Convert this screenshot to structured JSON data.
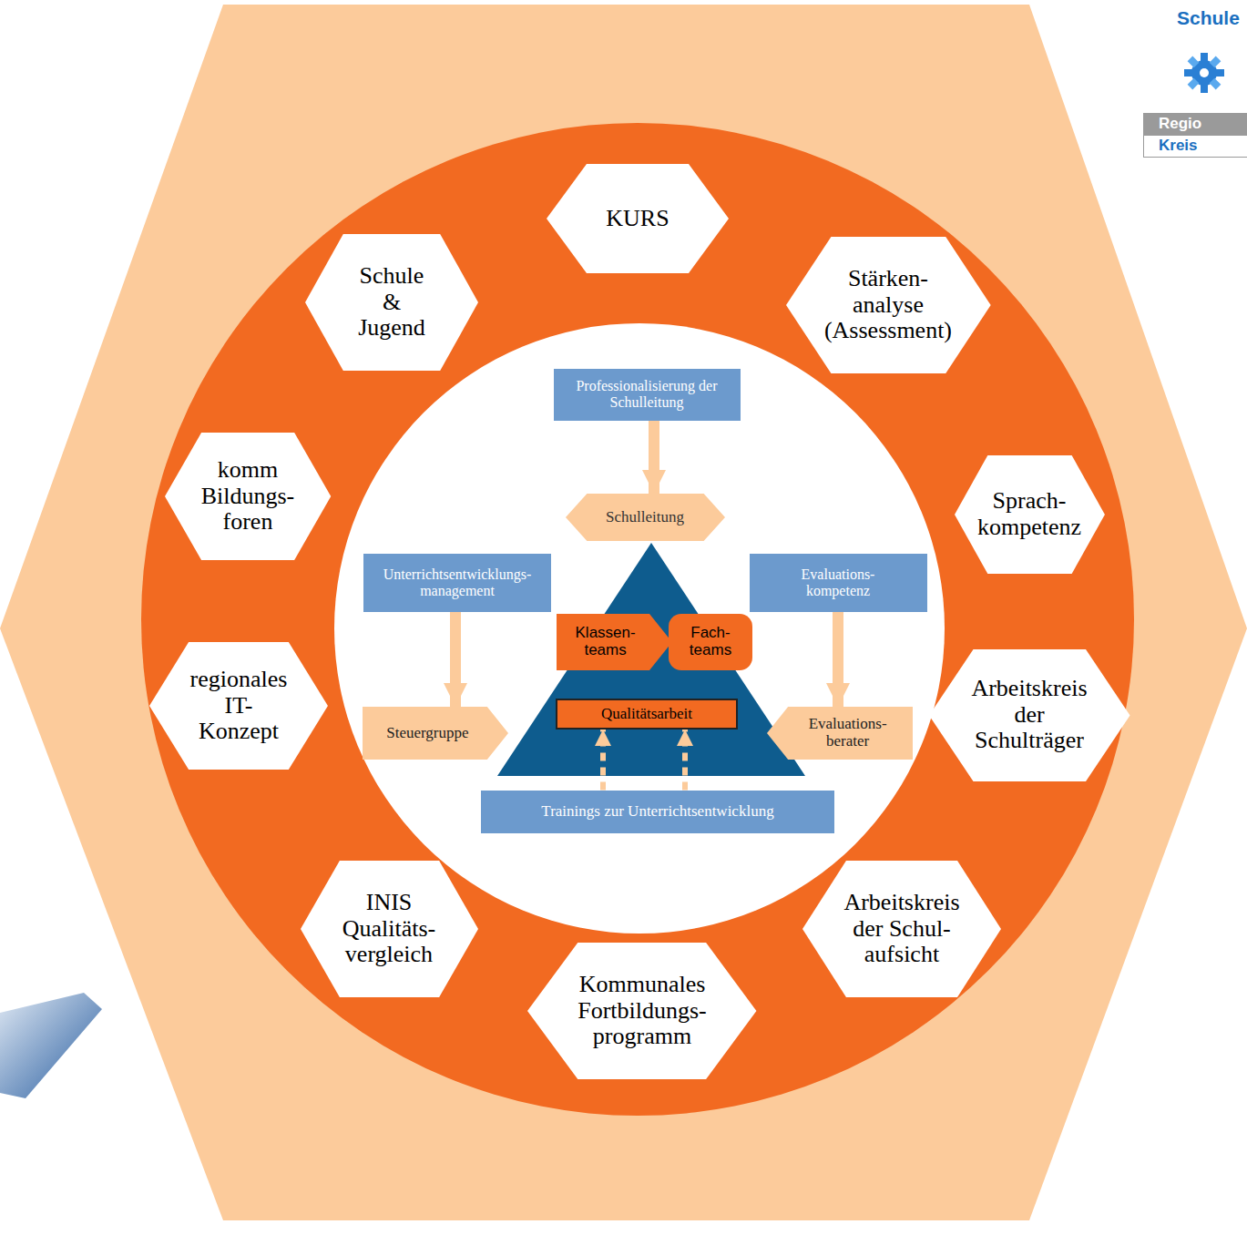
{
  "diagram": {
    "nodes": [
      {
        "text": [
          "KURS"
        ]
      },
      {
        "text": [
          "Schule & Jugend"
        ]
      },
      {
        "text": [
          "Stärken- analyse (Assessment)"
        ]
      },
      {
        "text": [
          "Professionalisierung der Schulleitung"
        ]
      },
      {
        "text": [
          "komm Bildungs- foren"
        ]
      },
      {
        "text": [
          "Schulleitung"
        ]
      },
      {
        "text": [
          "Sprach- kompetenz"
        ]
      },
      {
        "text": [
          "Unterrichtsentwicklungs- management"
        ]
      },
      {
        "text": [
          "Evaluations- kompetenz"
        ]
      },
      {
        "text": [
          "Klassen- teams"
        ]
      },
      {
        "text": [
          "Fach- teams"
        ]
      },
      {
        "text": [
          "regionales IT- Konzept"
        ]
      },
      {
        "text": [
          "Steuergruppe"
        ]
      },
      {
        "text": [
          "Qualitätsarbeit"
        ]
      },
      {
        "text": [
          "Evaluations- berater"
        ]
      },
      {
        "text": [
          "Arbeitskreis der Schulträger"
        ]
      },
      {
        "text": [
          "Trainings zur Unterrichtsentwicklung"
        ]
      },
      {
        "text": [
          "INIS Qualitäts- vergleich"
        ]
      },
      {
        "text": [
          "Arbeitskreis der Schul- aufsicht"
        ]
      },
      {
        "text": [
          "Kommunales Fortbildungs- programm"
        ]
      }
    ],
    "edges": [
      {
        "from": 3,
        "to": 5,
        "arrow": "to"
      },
      {
        "from": 7,
        "to": 12,
        "arrow": "to"
      },
      {
        "from": 8,
        "to": 14,
        "arrow": "to"
      },
      {
        "from": 16,
        "to": 13,
        "arrow": "to"
      },
      {
        "from": 16,
        "to": 13,
        "arrow": "to"
      }
    ],
    "labels": [
      "Schule",
      "Regio",
      "Kreis"
    ]
  }
}
